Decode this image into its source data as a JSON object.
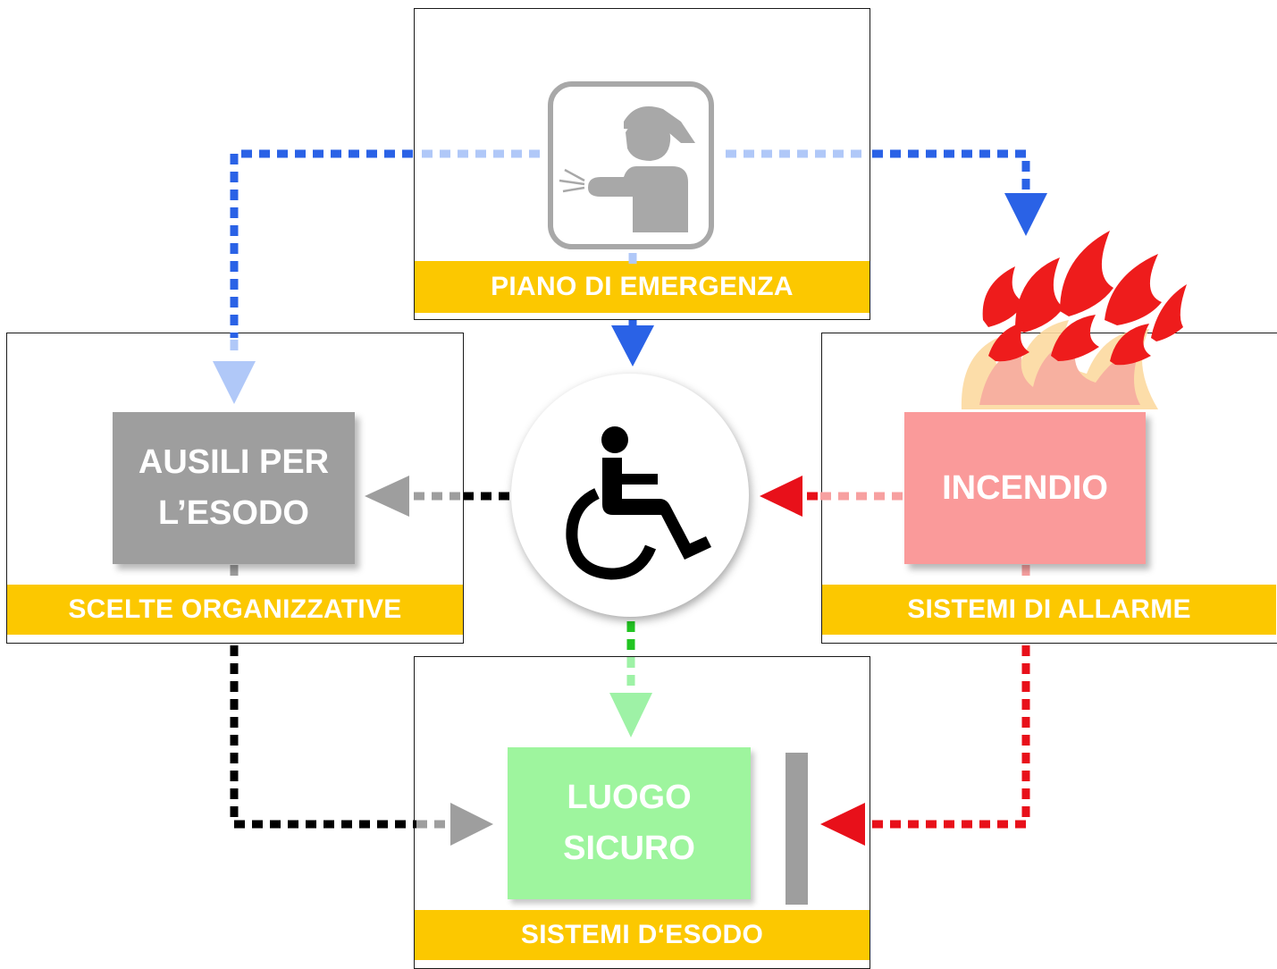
{
  "panels": {
    "piano": {
      "label": "PIANO DI EMERGENZA"
    },
    "ausili": {
      "label": "SCELTE ORGANIZZATIVE",
      "box_text": "AUSILI PER\nL’ESODO",
      "box_color": "#9e9e9e"
    },
    "incendio": {
      "label": "SISTEMI DI ALLARME",
      "box_text": "INCENDIO",
      "box_color": "#fa9a9a"
    },
    "esodo": {
      "label": "SISTEMI D‘ESODO",
      "box_text": "LUOGO\nSICURO",
      "box_color": "#9ef59e"
    }
  },
  "colors": {
    "band": "#fcc800",
    "blue": "#2a62e6",
    "light_blue": "#b0c8f8",
    "red": "#e8101a",
    "pink": "#f7a0a0",
    "green": "#22c522",
    "light_green": "#9ef2a6",
    "grey": "#9e9e9e",
    "black": "#000000"
  },
  "icons": [
    "firefighter-icon",
    "wheelchair-icon",
    "fire-icon",
    "door-bar-icon"
  ]
}
